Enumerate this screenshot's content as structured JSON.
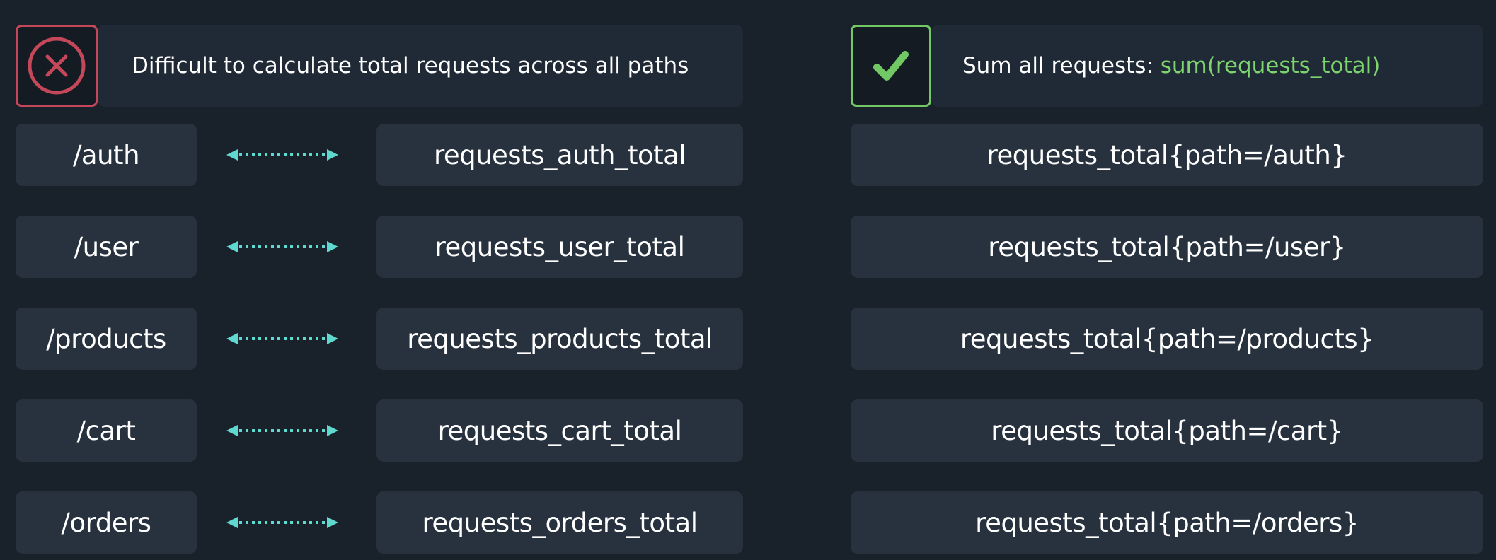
{
  "left_header": {
    "text": "Difficult to calculate total requests across all paths",
    "icon": "x-circle-icon",
    "color": "#c4475a"
  },
  "right_header": {
    "prefix": "Sum all requests: ",
    "code": "sum(requests_total)",
    "icon": "checkmark-icon",
    "color": "#72c864",
    "code_color": "#7ed56f"
  },
  "rows": [
    {
      "path": "/auth",
      "metric": "requests_auth_total",
      "labeled": "requests_total{path=/auth}"
    },
    {
      "path": "/user",
      "metric": "requests_user_total",
      "labeled": "requests_total{path=/user}"
    },
    {
      "path": "/products",
      "metric": "requests_products_total",
      "labeled": "requests_total{path=/products}"
    },
    {
      "path": "/cart",
      "metric": "requests_cart_total",
      "labeled": "requests_total{path=/cart}"
    },
    {
      "path": "/orders",
      "metric": "requests_orders_total",
      "labeled": "requests_total{path=/orders}"
    }
  ],
  "arrow_color": "#5fd8d0"
}
